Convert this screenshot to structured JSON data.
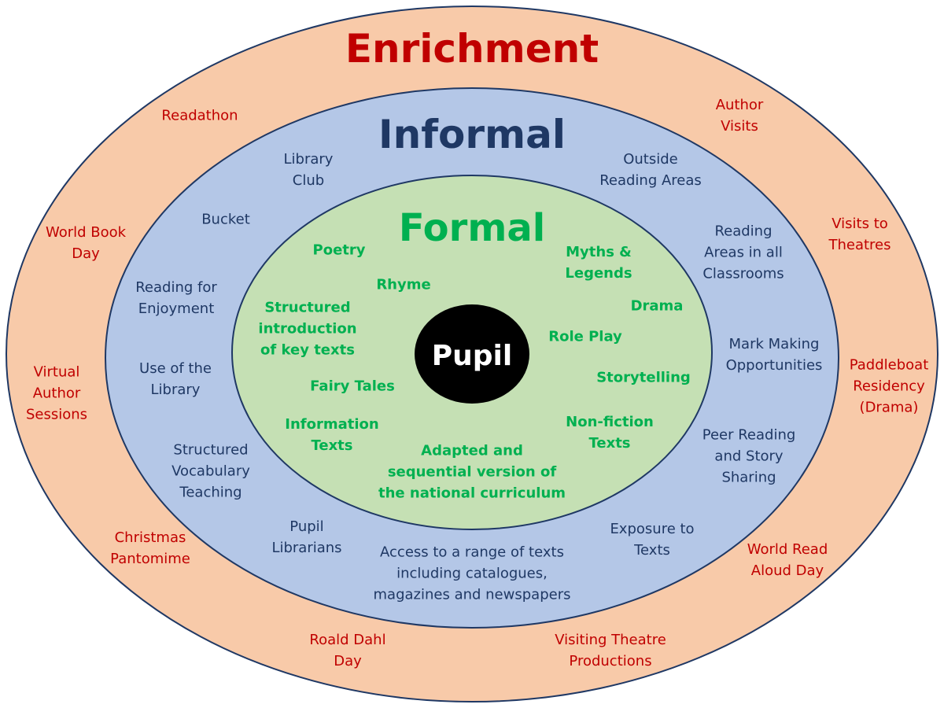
{
  "colors": {
    "enrichment_fill": "#f8caa9",
    "informal_fill": "#b4c7e7",
    "formal_fill": "#c5e0b4",
    "outline": "#1f3864",
    "center_fill": "#000000",
    "enrichment_title": "#c00000",
    "enrichment_text": "#c00000",
    "informal_title": "#1f3864",
    "informal_text": "#1f3864",
    "formal_title": "#00b050",
    "formal_text": "#00b050"
  },
  "enrichment": {
    "title": "Enrichment",
    "items": {
      "readathon": "Readathon",
      "author_visits": "Author\nVisits",
      "world_book_day": "World Book\nDay",
      "visits_to_theatres": "Visits to\nTheatres",
      "virtual_author_sessions": "Virtual\nAuthor\nSessions",
      "paddleboat_residency": "Paddleboat\nResidency\n(Drama)",
      "christmas_pantomime": "Christmas\nPantomime",
      "world_read_aloud_day": "World Read\nAloud Day",
      "roald_dahl_day": "Roald Dahl\nDay",
      "visiting_theatre_productions": "Visiting Theatre\nProductions"
    }
  },
  "informal": {
    "title": "Informal",
    "items": {
      "library_club": "Library\nClub",
      "outside_reading_areas": "Outside\nReading Areas",
      "bucket": "Bucket",
      "reading_areas_classrooms": "Reading\nAreas in all\nClassrooms",
      "reading_for_enjoyment": "Reading for\nEnjoyment",
      "mark_making": "Mark Making\nOpportunities",
      "use_of_library": "Use of the\nLibrary",
      "peer_reading": "Peer Reading\nand Story\nSharing",
      "structured_vocabulary": "Structured\nVocabulary\nTeaching",
      "pupil_librarians": "Pupil\nLibrarians",
      "exposure_to_texts": "Exposure to\nTexts",
      "access_range_texts": "Access to a range of texts\nincluding catalogues,\nmagazines and newspapers"
    }
  },
  "formal": {
    "title": "Formal",
    "items": {
      "poetry": "Poetry",
      "myths_legends": "Myths &\nLegends",
      "rhyme": "Rhyme",
      "drama": "Drama",
      "structured_intro": "Structured\nintroduction\nof key texts",
      "role_play": "Role Play",
      "storytelling": "Storytelling",
      "fairy_tales": "Fairy Tales",
      "information_texts": "Information\nTexts",
      "non_fiction": "Non-fiction\nTexts",
      "adapted_curriculum": "Adapted and\nsequential version of\nthe national curriculum"
    }
  },
  "center": {
    "label": "Pupil"
  }
}
